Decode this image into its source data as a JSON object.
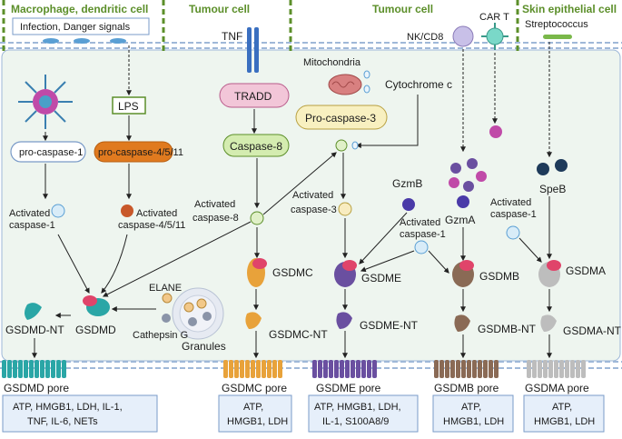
{
  "headers": {
    "macrophage": "Macrophage, dendritic cell",
    "tumour1": "Tumour cell",
    "tumour2": "Tumour cell",
    "skin": "Skin epithelial cell"
  },
  "signals": {
    "infection": "Infection, Danger signals",
    "tnf": "TNF",
    "nkcd8": "NK/CD8",
    "cart": "CAR T",
    "streptococcus": "Streptococcus"
  },
  "nodes": {
    "lps": "LPS",
    "tradd": "TRADD",
    "mitochondria": "Mitochondria",
    "cytochrome_c": "Cytochrome c",
    "pro_caspase3": "Pro-caspase-3",
    "caspase8": "Caspase-8",
    "pro_caspase1": "pro-caspase-1",
    "pro_caspase4511": "pro-caspase-4/5/11",
    "activated_caspase8_l1": "Activated",
    "activated_caspase8_l2": "caspase-8",
    "activated_caspase3_l1": "Activated",
    "activated_caspase3_l2": "caspase-3",
    "activated_caspase1a_l1": "Activated",
    "activated_caspase1a_l2": "caspase-1",
    "activated_caspase4511_l1": "Activated",
    "activated_caspase4511_l2": "caspase-4/5/11",
    "activated_caspase1b_l1": "Activated",
    "activated_caspase1b_l2": "caspase-1",
    "activated_caspase1c_l1": "Activated",
    "activated_caspase1c_l2": "caspase-1",
    "gzmb": "GzmB",
    "gzma": "GzmA",
    "speb": "SpeB",
    "elane": "ELANE",
    "cathepsin_g": "Cathepsin G",
    "granules": "Granules",
    "gsdmd": "GSDMD",
    "gsdmd_nt": "GSDMD-NT",
    "gsdmc": "GSDMC",
    "gsdmc_nt": "GSDMC-NT",
    "gsdme": "GSDME",
    "gsdme_nt": "GSDME-NT",
    "gsdmb": "GSDMB",
    "gsdmb_nt": "GSDMB-NT",
    "gsdma": "GSDMA",
    "gsdma_nt": "GSDMA-NT"
  },
  "pores": {
    "gsdmd": "GSDMD pore",
    "gsdmc": "GSDMC pore",
    "gsdme": "GSDME pore",
    "gsdmb": "GSDMB pore",
    "gsdma": "GSDMA pore"
  },
  "outputs": {
    "gsdmd_l1": "ATP, HMGB1, LDH, IL-1,",
    "gsdmd_l2": "TNF, IL-6, NETs",
    "gsdmc_l1": "ATP,",
    "gsdmc_l2": "HMGB1, LDH",
    "gsdme_l1": "ATP, HMGB1, LDH,",
    "gsdme_l2": "IL-1, S100A8/9",
    "gsdmb_l1": "ATP,",
    "gsdmb_l2": "HMGB1, LDH",
    "gsdma_l1": "ATP,",
    "gsdma_l2": "HMGB1, LDH"
  },
  "colors": {
    "cell_bg": "#eef5ef",
    "membrane": "#9fb8d8",
    "header_green": "#5c8f2a",
    "gsdmd": "#2aa6a6",
    "gsdmc": "#e8a23a",
    "gsdme": "#6a4fa0",
    "gsdmb": "#8a6a55",
    "gsdma": "#bdbdbd",
    "n_term": "#e0446a"
  }
}
